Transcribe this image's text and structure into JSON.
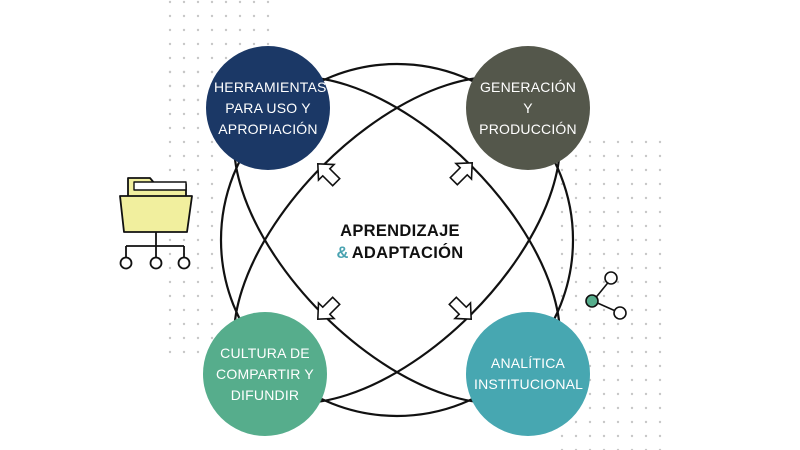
{
  "center": {
    "line1": "APRENDIZAJE",
    "ampersand": "&",
    "line2": "ADAPTACIÓN"
  },
  "nodes": [
    {
      "id": "tl",
      "text": "HERRAMIENTAS PARA USO Y APROPIACIÓN",
      "color": "#1b3866"
    },
    {
      "id": "tr",
      "text": "GENERACIÓN Y PRODUCCIÓN",
      "color": "#54574b"
    },
    {
      "id": "bl",
      "text": "CULTURA DE COMPARTIR Y DIFUNDIR",
      "color": "#56ad8c"
    },
    {
      "id": "br",
      "text": "ANALÍTICA INSTITUCIONAL",
      "color": "#47a7b1"
    }
  ],
  "colors": {
    "ring_stroke": "#111111",
    "dots": "#c7c7c7",
    "folder_fill": "#f1ef9e",
    "accent": "#4aa3b1",
    "network_node_fill": "#56ad8c"
  },
  "icons": [
    "folder-network-icon",
    "share-network-icon",
    "arrow-icon"
  ]
}
